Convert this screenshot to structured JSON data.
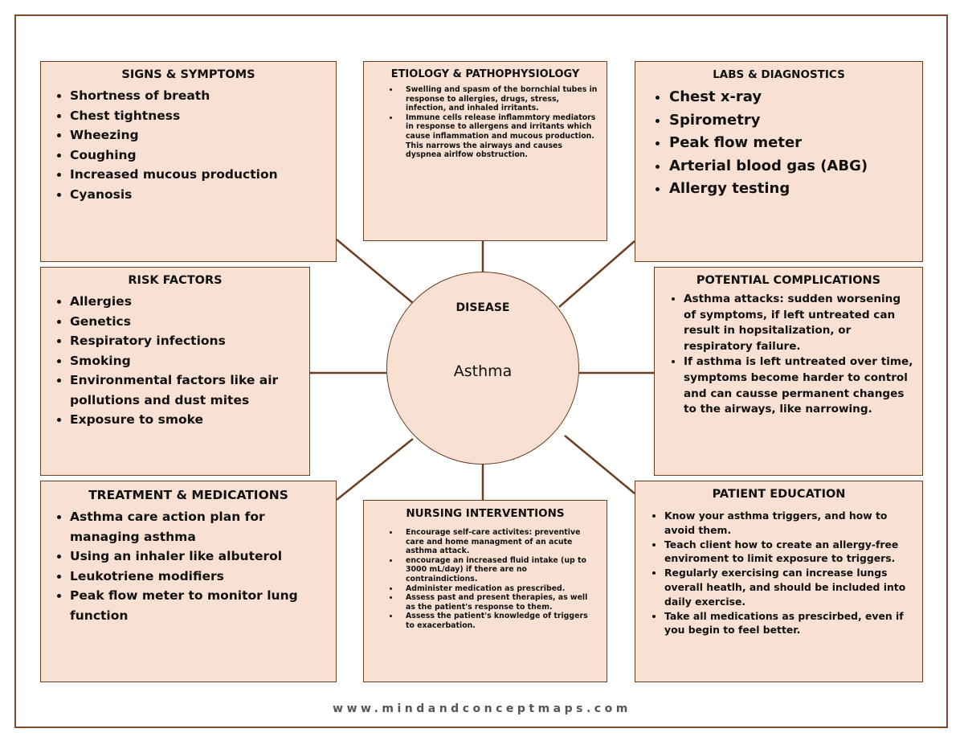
{
  "center": {
    "label": "DISEASE",
    "name": "Asthma"
  },
  "signs": {
    "title": "SIGNS & SYMPTOMS",
    "items": [
      "Shortness of breath",
      "Chest tightness",
      "Wheezing",
      "Coughing",
      "Increased mucous production",
      "Cyanosis"
    ]
  },
  "etiology": {
    "title": "ETIOLOGY & PATHOPHYSIOLOGY",
    "items": [
      "Swelling and spasm of the bornchial tubes in response to allergies, drugs, stress, infection, and inhaled irritants.",
      "Immune cells release inflammtory mediators in response to allergens and irritants which cause inflammation and mucous production. This narrows the airways and causes dyspnea airlfow obstruction."
    ]
  },
  "labs": {
    "title": "LABS & DIAGNOSTICS",
    "items": [
      "Chest x-ray",
      "Spirometry",
      "Peak flow meter",
      "Arterial blood gas (ABG)",
      "Allergy testing"
    ]
  },
  "risk": {
    "title": "RISK FACTORS",
    "items": [
      "Allergies",
      "Genetics",
      "Respiratory infections",
      "Smoking",
      "Environmental factors like air pollutions and dust mites",
      "Exposure to smoke"
    ]
  },
  "complications": {
    "title": "POTENTIAL COMPLICATIONS",
    "items": [
      "Asthma attacks: sudden worsening of symptoms, if left untreated can result in hopsitalization, or respiratory failure.",
      "If asthma is left untreated over time, symptoms become harder to control and can causse permanent changes to the airways, like narrowing."
    ]
  },
  "treatment": {
    "title": "TREATMENT & MEDICATIONS",
    "items": [
      "Asthma care action plan for managing asthma",
      "Using an inhaler like albuterol",
      "Leukotriene modifiers",
      "Peak flow meter to monitor lung function"
    ]
  },
  "nursing": {
    "title": "NURSING INTERVENTIONS",
    "items": [
      "Encourage self-care activites: preventive care and home managment of an acute asthma attack.",
      "encourage an increased fluid intake (up to 3000 mL/day) if there are no contraindictions.",
      "Administer medication as prescribed.",
      "Assess past and present therapies, as well as the patient's response to them.",
      "Assess the patient's knowledge of triggers to exacerbation."
    ]
  },
  "education": {
    "title": "PATIENT EDUCATION",
    "items": [
      "Know your asthma triggers, and how to avoid them.",
      "Teach client how to create an allergy-free enviroment to limit exposure to triggers.",
      "Regularly exercising can increase lungs overall heatlh, and should be included into daily exercise.",
      "Take all medications as prescirbed, even if you begin to feel better."
    ]
  },
  "footer": "www.mindandconceptmaps.com",
  "colors": {
    "box_fill": "#f8e1d3",
    "border": "#6b3f22",
    "frame": "#7a4a2a"
  }
}
